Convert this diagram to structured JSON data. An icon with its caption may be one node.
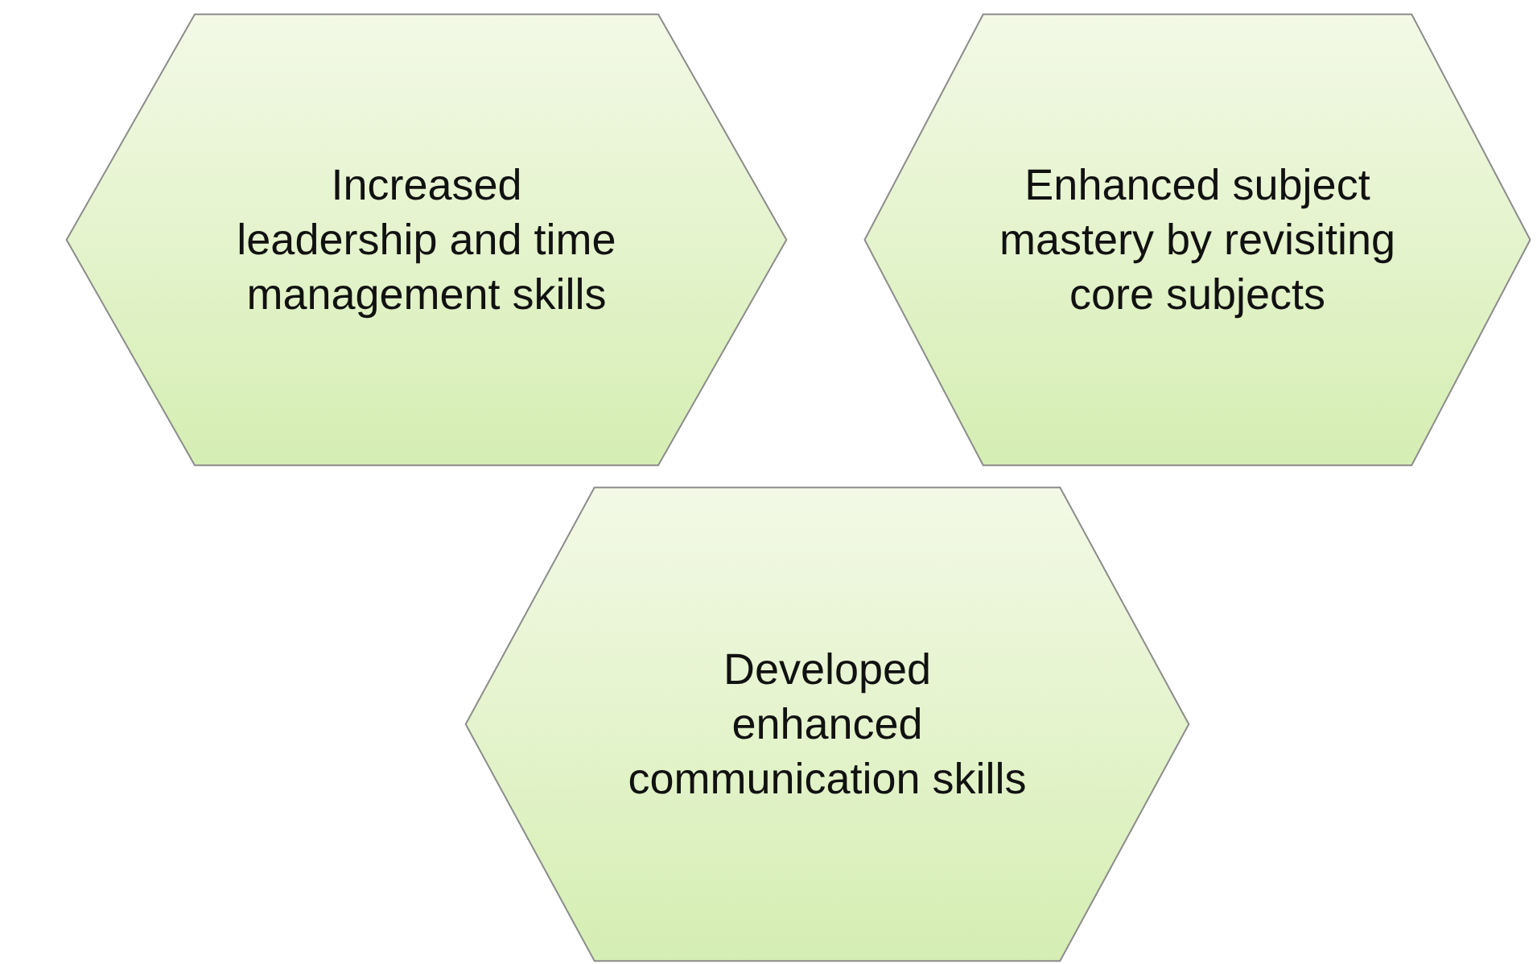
{
  "diagram": {
    "nodes": [
      {
        "text": [
          "Increased leadership and time management skills"
        ]
      },
      {
        "text": [
          "Enhanced subject mastery by revisiting core subjects"
        ]
      },
      {
        "text": [
          "Developed enhanced communication skills"
        ]
      }
    ]
  }
}
